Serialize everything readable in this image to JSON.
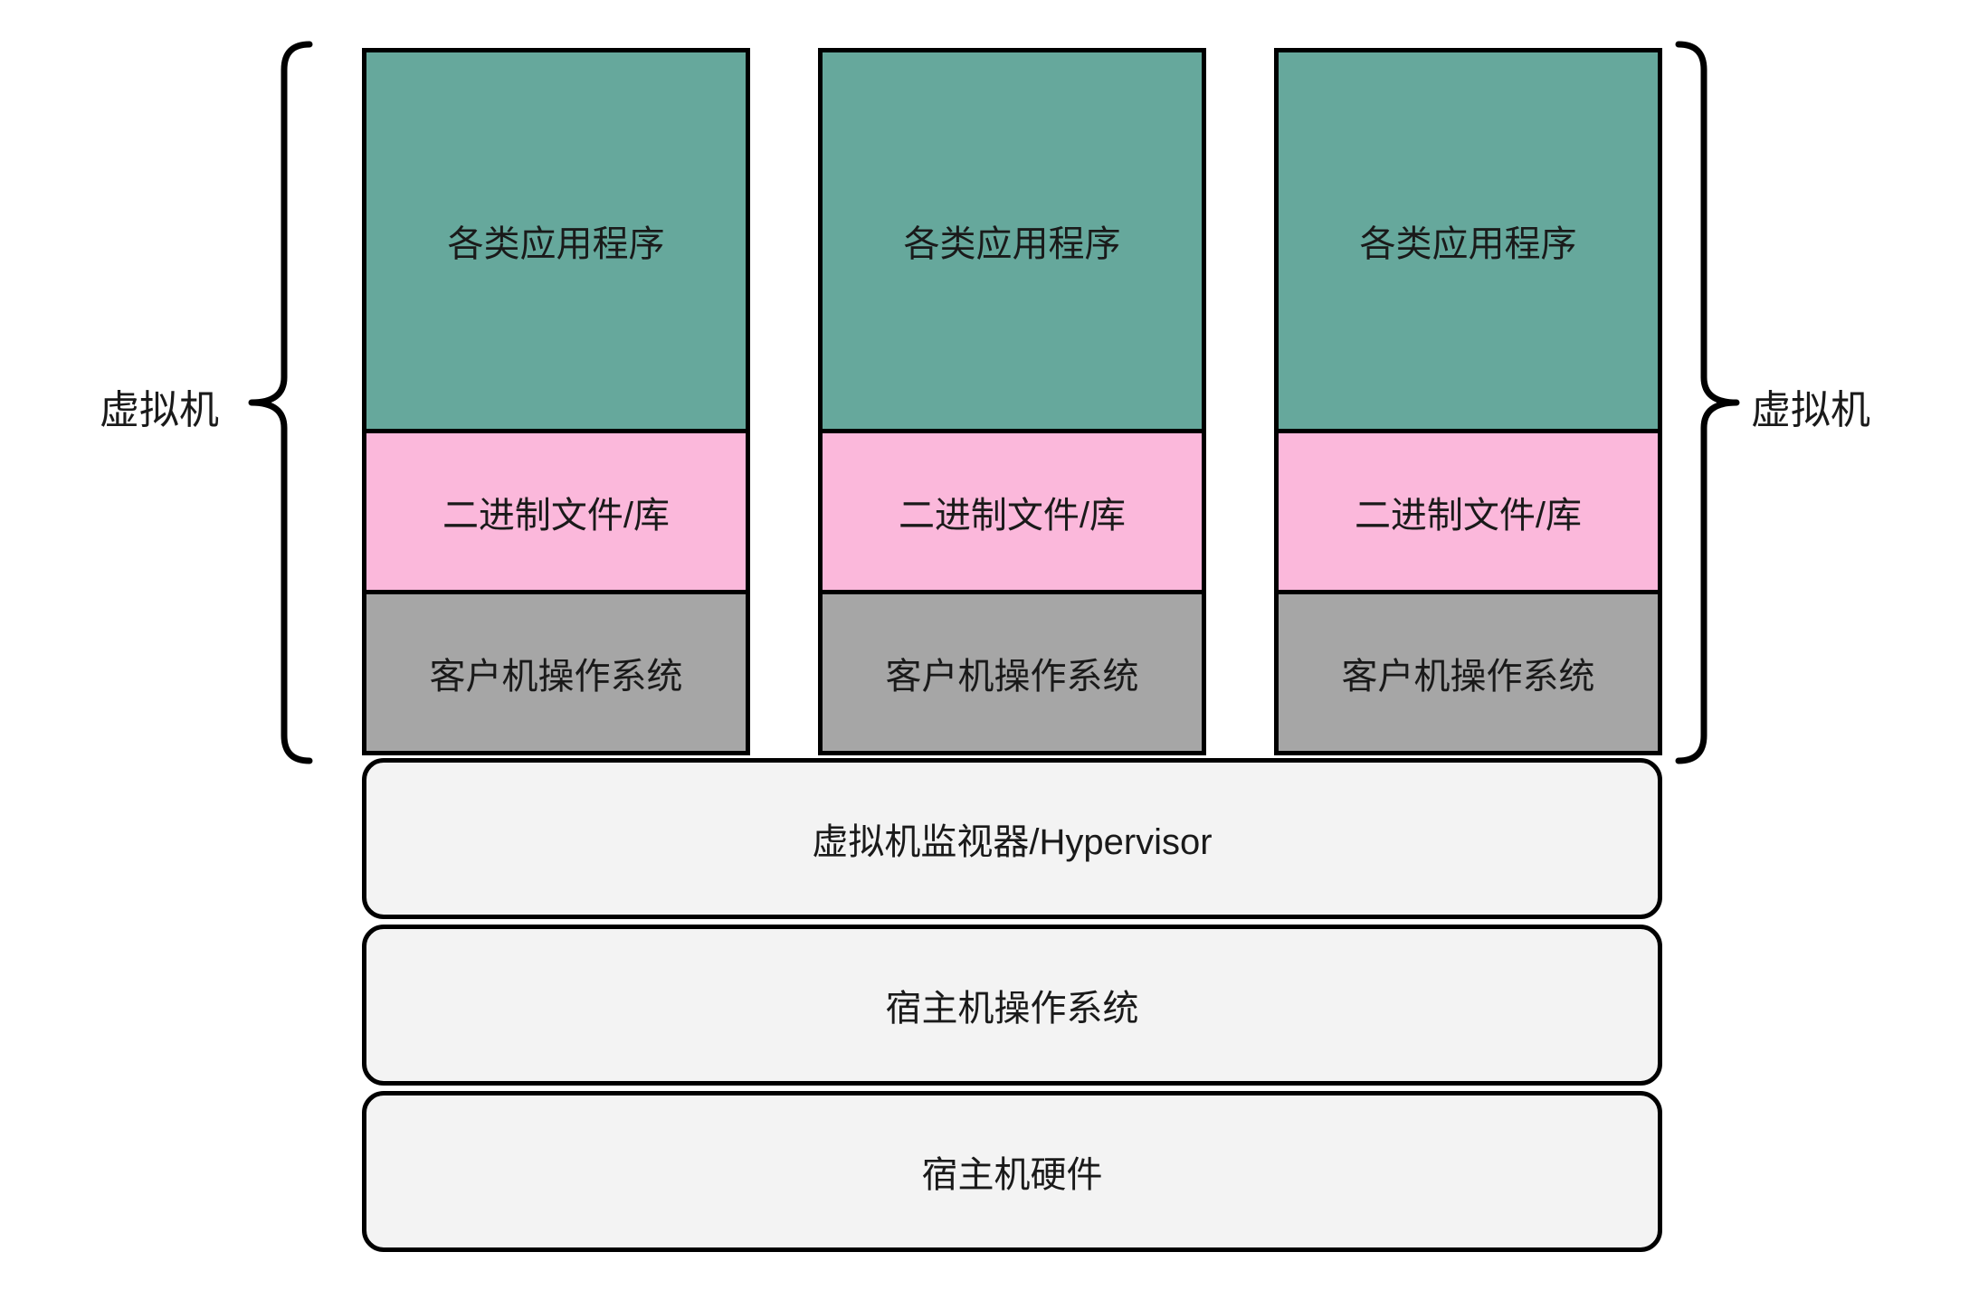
{
  "diagram": {
    "type": "virtualization-architecture",
    "brace_left": {
      "label": "虚拟机"
    },
    "brace_right": {
      "label": "虚拟机"
    },
    "vms": [
      {
        "layers": [
          {
            "label": "各类应用程序"
          },
          {
            "label": "二进制文件/库"
          },
          {
            "label": "客户机操作系统"
          }
        ]
      },
      {
        "layers": [
          {
            "label": "各类应用程序"
          },
          {
            "label": "二进制文件/库"
          },
          {
            "label": "客户机操作系统"
          }
        ]
      },
      {
        "layers": [
          {
            "label": "各类应用程序"
          },
          {
            "label": "二进制文件/库"
          },
          {
            "label": "客户机操作系统"
          }
        ]
      }
    ],
    "base_layers": [
      {
        "label": "虚拟机监视器/Hypervisor"
      },
      {
        "label": "宿主机操作系统"
      },
      {
        "label": "宿主机硬件"
      }
    ],
    "colors": {
      "app_layer": "#66A89C",
      "bin_layer": "#FBB8DB",
      "guest_os_layer": "#A6A6A6",
      "base_layer": "#F3F3F3",
      "border": "#000000",
      "text": "#1A1A1A",
      "background": "#FFFFFF"
    }
  }
}
